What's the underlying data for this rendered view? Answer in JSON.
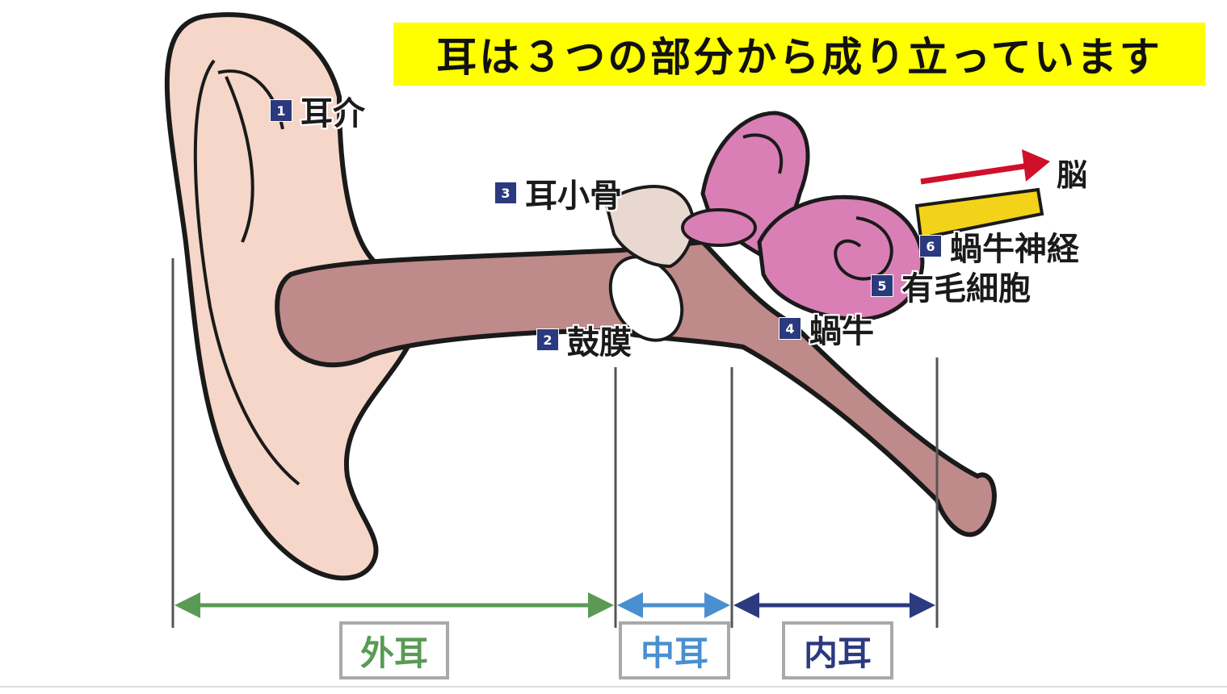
{
  "title": "耳は３つの部分から成り立っています",
  "parts": [
    {
      "number": "1",
      "label": "耳介"
    },
    {
      "number": "2",
      "label": "鼓膜"
    },
    {
      "number": "3",
      "label": "耳小骨"
    },
    {
      "number": "4",
      "label": "蝸牛"
    },
    {
      "number": "5",
      "label": "有毛細胞"
    },
    {
      "number": "6",
      "label": "蝸牛神経"
    }
  ],
  "brain_label": "脳",
  "regions": [
    {
      "label": "外耳",
      "color": "#5a9a55"
    },
    {
      "label": "中耳",
      "color": "#4a90d0"
    },
    {
      "label": "内耳",
      "color": "#2c3a80"
    }
  ],
  "colors": {
    "ear_skin": "#f5d6c8",
    "canal": "#bf8a8a",
    "inner_ear": "#d97fb6",
    "nerve": "#f2d31a",
    "arrow_red": "#d0102a",
    "badge": "#2b3a7e",
    "banner": "#ffff00"
  }
}
